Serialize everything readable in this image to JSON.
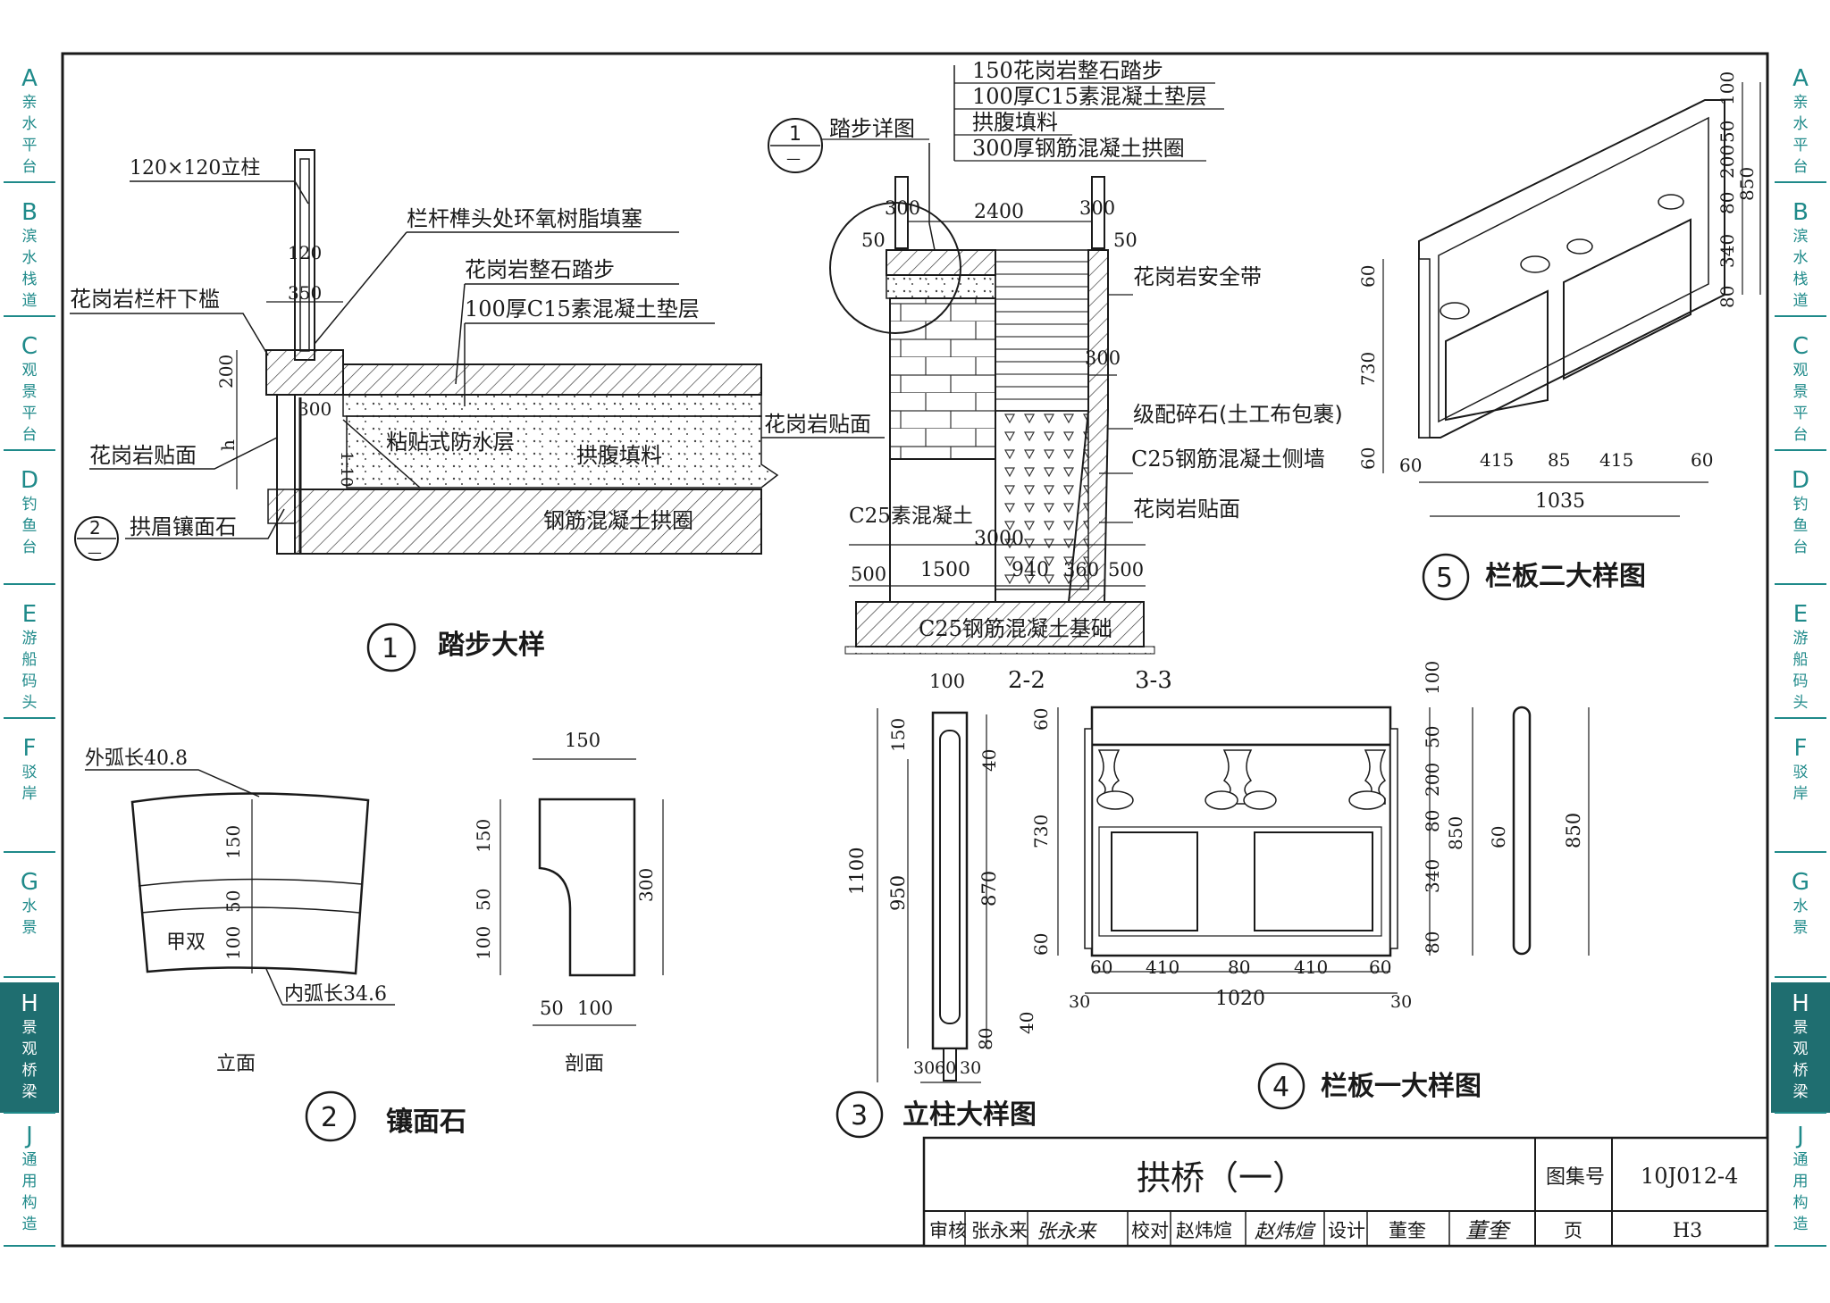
{
  "tabs": [
    {
      "letter": "A",
      "chars": [
        "亲",
        "水",
        "平",
        "台"
      ],
      "active": false
    },
    {
      "letter": "B",
      "chars": [
        "滨",
        "水",
        "栈",
        "道"
      ],
      "active": false
    },
    {
      "letter": "C",
      "chars": [
        "观",
        "景",
        "平",
        "台"
      ],
      "active": false
    },
    {
      "letter": "D",
      "chars": [
        "钓",
        "鱼",
        "台"
      ],
      "active": false
    },
    {
      "letter": "E",
      "chars": [
        "游",
        "船",
        "码",
        "头"
      ],
      "active": false
    },
    {
      "letter": "F",
      "chars": [
        "驳",
        "岸"
      ],
      "active": false
    },
    {
      "letter": "G",
      "chars": [
        "水",
        "景"
      ],
      "active": false
    },
    {
      "letter": "H",
      "chars": [
        "景",
        "观",
        "桥",
        "梁"
      ],
      "active": true
    },
    {
      "letter": "J",
      "chars": [
        "通",
        "用",
        "构",
        "造"
      ],
      "active": false
    }
  ],
  "colors": {
    "tab_accent": "#1f8a8a",
    "tab_active_bg": "#1f6e70",
    "line": "#1a1a1a"
  },
  "d1": {
    "num": "1",
    "title": "踏步大样",
    "post": "120×120立柱",
    "epoxy": "栏杆榫头处环氧树脂填塞",
    "sill": "花岗岩栏杆下槛",
    "step": "花岗岩整石踏步",
    "cushion": "100厚C15素混凝土垫层",
    "facing_l": "花岗岩贴面",
    "facing_r": "花岗岩贴面",
    "waterproof": "粘贴式防水层",
    "fill": "拱腹填料",
    "arch": "钢筋混凝土拱圈",
    "brow": "拱眉镶面石",
    "ref_num": "2",
    "ref_den": "—",
    "dims": [
      "120",
      "350",
      "200",
      "300",
      "h",
      "1:10"
    ]
  },
  "d22": {
    "layers": [
      "150花岗岩整石踏步",
      "100厚C15素混凝土垫层",
      "拱腹填料",
      "300厚钢筋混凝土拱圈"
    ],
    "detail_label": "踏步详图",
    "detail_num": "1",
    "detail_den": "—",
    "belt": "花岗岩安全带",
    "gravel": "级配碎石(土工布包裹)",
    "sidewall": "C25钢筋混凝土侧墙",
    "facing": "花岗岩贴面",
    "plain": "C25素混凝土",
    "base": "C25钢筋混凝土基础",
    "dims": [
      "300",
      "50",
      "2400",
      "300",
      "50",
      "300",
      "3000",
      "500",
      "1500",
      "940",
      "360",
      "500"
    ],
    "sec_a": "2-2",
    "sec_b": "3-3"
  },
  "d2": {
    "num": "2",
    "title": "镶面石",
    "outer": "外弧长40.8",
    "inner": "内弧长34.6",
    "mark": "甲双",
    "elev": "立面",
    "sect": "剖面",
    "dims_l": [
      "150",
      "50",
      "100"
    ],
    "dims_r": [
      "150",
      "150",
      "50",
      "100",
      "300",
      "50",
      "100"
    ]
  },
  "d3": {
    "num": "3",
    "title": "立柱大样图",
    "dims": [
      "100",
      "150",
      "40",
      "1100",
      "950",
      "870",
      "80",
      "40",
      "30",
      "60",
      "30"
    ]
  },
  "d4": {
    "num": "4",
    "title": "栏板一大样图",
    "dims_top": [
      "100",
      "50",
      "200",
      "80",
      "850",
      "340",
      "80"
    ],
    "dims_left": [
      "60",
      "730",
      "60"
    ],
    "dims_bot": [
      "60",
      "410",
      "80",
      "410",
      "60",
      "30",
      "1020",
      "30"
    ],
    "dims_side": [
      "60",
      "850"
    ]
  },
  "d5": {
    "num": "5",
    "title": "栏板二大样图",
    "dims_right": [
      "100",
      "50",
      "200",
      "80",
      "850",
      "340",
      "80"
    ],
    "dims_left": [
      "60",
      "730",
      "60"
    ],
    "dims_bot": [
      "60",
      "415",
      "85",
      "415",
      "60",
      "1035"
    ]
  },
  "title_block": {
    "title": "拱桥（一）",
    "set_label": "图集号",
    "set_no": "10J012-4",
    "review_label": "审核",
    "reviewer": "张永来",
    "check_label": "校对",
    "checker": "赵炜煊",
    "design_label": "设计",
    "designer": "董奎",
    "page_label": "页",
    "page_no": "H3",
    "sig1": "张永来",
    "sig2": "赵炜煊",
    "sig3": "董奎"
  }
}
